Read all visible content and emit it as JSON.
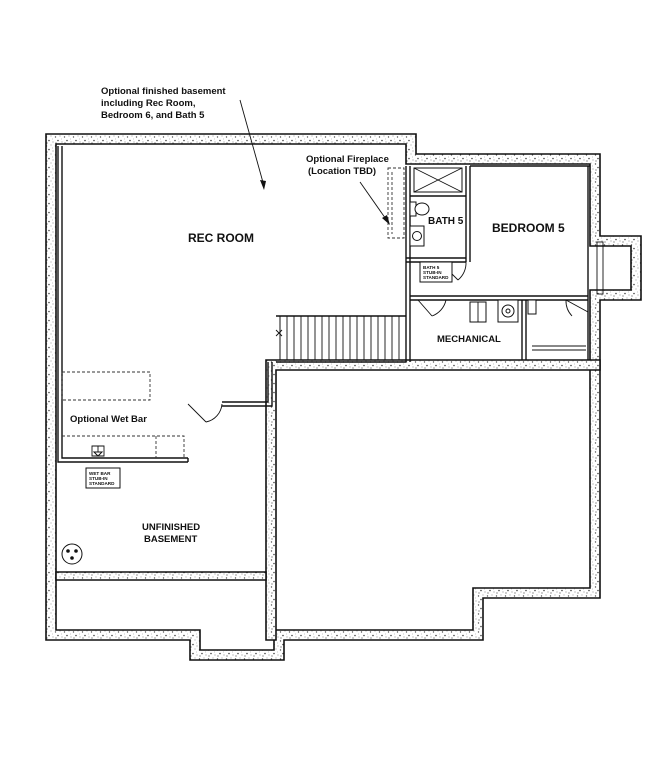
{
  "labels": {
    "callout_line1": "Optional finished basement",
    "callout_line2": "including Rec Room,",
    "callout_line3": "Bedroom 6, and Bath 5",
    "fireplace_line1": "Optional Fireplace",
    "fireplace_line2": "(Location TBD)",
    "rec_room": "REC ROOM",
    "bath": "BATH 5",
    "bedroom": "BEDROOM 5",
    "mechanical": "MECHANICAL",
    "wet_bar": "Optional Wet Bar",
    "unfinished_line1": "UNFINISHED",
    "unfinished_line2": "BASEMENT",
    "bath_stub_line1": "BATH 5",
    "bath_stub_line2": "STUB-IN",
    "bath_stub_line3": "STANDARD",
    "wetbar_stub_line1": "WET BAR",
    "wetbar_stub_line2": "STUB-IN",
    "wetbar_stub_line3": "STANDARD"
  }
}
